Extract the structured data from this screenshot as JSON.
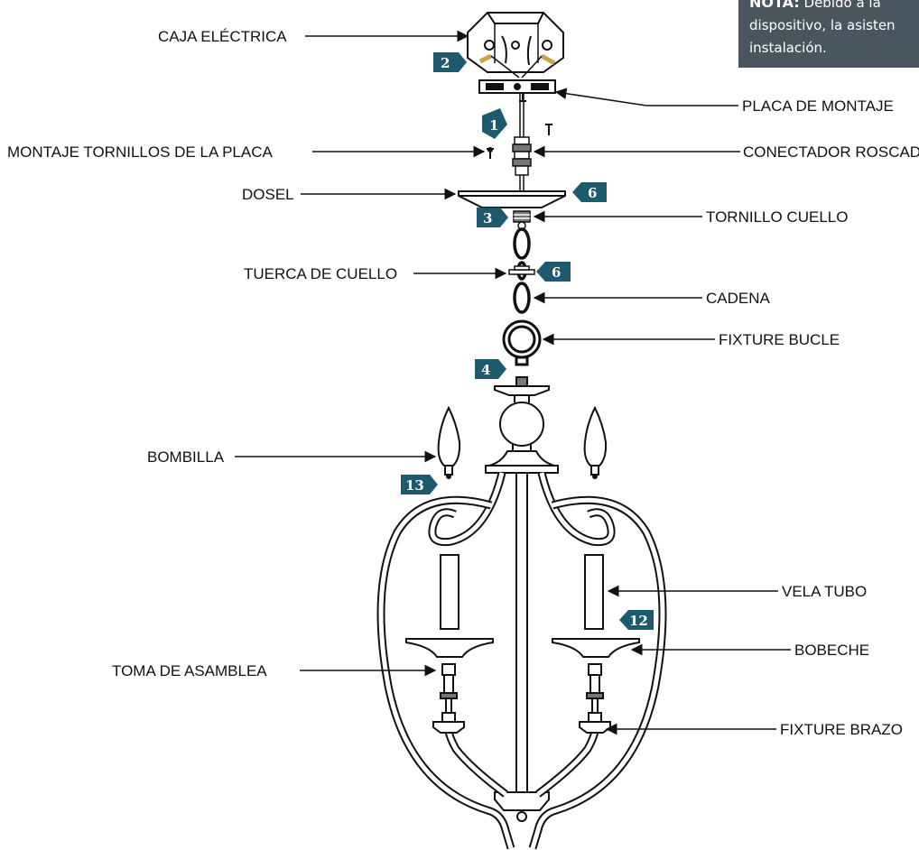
{
  "note": {
    "bold": "NOTA:",
    "line1": " Debido a la",
    "line2": "dispositivo, la asisten",
    "line3": "instalación."
  },
  "labels": {
    "caja": "CAJA ELÉCTRICA",
    "placa": "PLACA DE MONTAJE",
    "tornillos": "MONTAJE TORNILLOS DE LA PLACA",
    "conector": "CONECTADOR ROSCADO",
    "dosel": "DOSEL",
    "tornillo_cuello": "TORNILLO CUELLO",
    "tuerca": "TUERCA DE CUELLO",
    "cadena": "CADENA",
    "bucle": "FIXTURE BUCLE",
    "bombilla": "BOMBILLA",
    "vela": "VELA TUBO",
    "bobeche": "BOBECHE",
    "toma": "TOMA DE ASAMBLEA",
    "brazo": "FIXTURE BRAZO"
  },
  "steps": {
    "s1": "1",
    "s2": "2",
    "s3": "3",
    "s4": "4",
    "s6a": "6",
    "s6b": "6",
    "s12": "12",
    "s13": "13"
  },
  "colors": {
    "step_badge": "#1e5a6e",
    "note_bg": "#4b555e",
    "line": "#111111"
  }
}
